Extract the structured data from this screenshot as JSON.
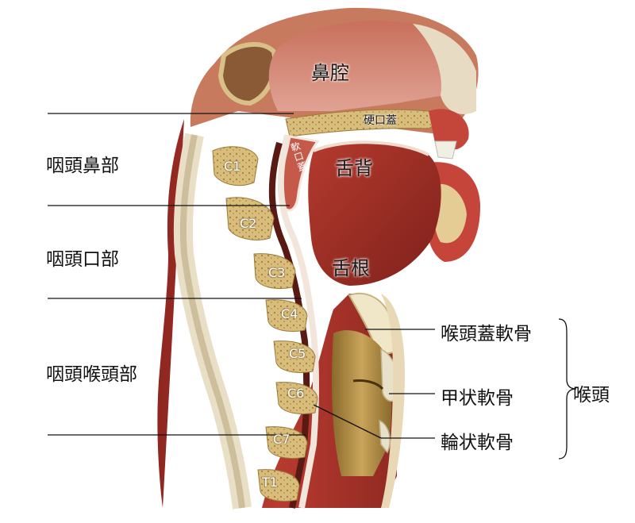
{
  "regions": {
    "nasopharynx": "咽頭鼻部",
    "oropharynx": "咽頭口部",
    "laryngopharynx": "咽頭喉頭部"
  },
  "structures": {
    "nasal_cavity": "鼻腔",
    "hard_palate": "硬口蓋",
    "soft_palate": "軟口蓋",
    "tongue_dorsum": "舌背",
    "tongue_root": "舌根"
  },
  "larynx": {
    "epiglottis": "喉頭蓋軟骨",
    "thyroid": "甲状軟骨",
    "cricoid": "輪状軟骨",
    "group_label": "喉頭"
  },
  "vertebrae": [
    "C1",
    "C2",
    "C3",
    "C4",
    "C5",
    "C6",
    "C7",
    "T1"
  ],
  "colors": {
    "muscle": "#a8322c",
    "bone": "#d6bb7a",
    "cartilage": "#ece7cf",
    "mucosa": "#d98f80",
    "line": "#111111"
  }
}
